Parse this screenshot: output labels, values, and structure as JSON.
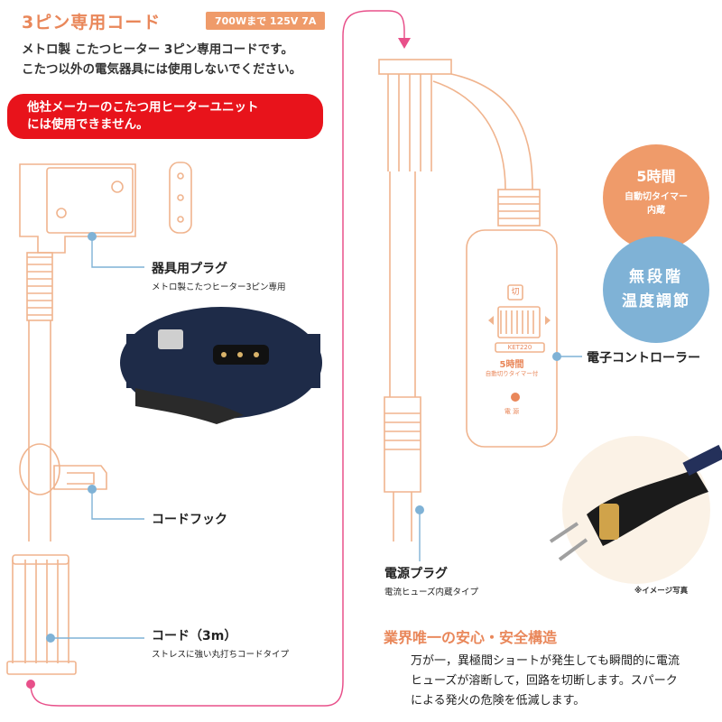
{
  "header": {
    "title": "3ピン専用コード",
    "spec": "700Wまで 125V 7A",
    "desc_line1": "メトロ製 こたつヒーター 3ピン専用コードです。",
    "desc_line2": "こたつ以外の電気器具には使用しないでください。"
  },
  "alert": {
    "line1": "他社メーカーのこたつ用ヒーターユニット",
    "line2": "には使用できません。"
  },
  "labels": {
    "plug_title": "器具用プラグ",
    "plug_sub": "メトロ製こたつヒーター3ピン専用",
    "hook_title": "コードフック",
    "cord_title": "コード（3m）",
    "cord_sub": "ストレスに強い丸打ちコードタイプ",
    "controller_title": "電子コントローラー",
    "power_plug_title": "電源プラグ",
    "power_plug_sub": "電流ヒューズ内蔵タイプ"
  },
  "badges": {
    "timer_line1": "5時間",
    "timer_line2": "自動切タイマー",
    "timer_line3": "内蔵",
    "stepless_line1": "無段階",
    "stepless_line2": "温度調節"
  },
  "controller_device": {
    "dial_icon": "切",
    "model": "KET220",
    "timer_big": "5時間",
    "timer_small": "自動切りタイマー付",
    "power": "電 源"
  },
  "note": "※イメージ写真",
  "safety": {
    "title": "業界唯一の安心・安全構造",
    "line1": "万が一，異極間ショートが発生しても瞬間的に電流",
    "line2": "ヒューズが溶断して，回路を切断します。スパーク",
    "line3": "による発火の危険を低減します。"
  },
  "colors": {
    "accent_orange": "#e9875a",
    "alert_red": "#e8131b",
    "line_art": "#f0b48e",
    "pointer_blue": "#7fb2d6",
    "connector_pink": "#e8508a"
  }
}
